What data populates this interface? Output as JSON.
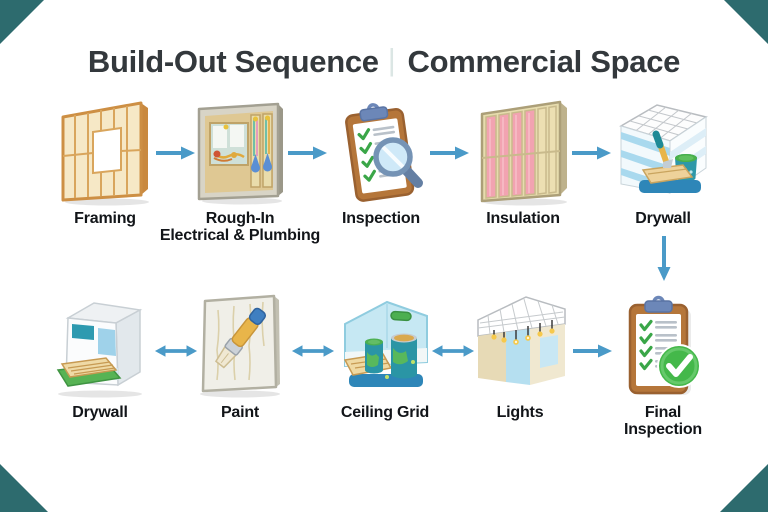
{
  "title": {
    "part1": "Build-Out Sequence",
    "separator": "|",
    "part2": "Commercial Space"
  },
  "colors": {
    "background": "#ffffff",
    "title_text": "#33383c",
    "label_text": "#121519",
    "arrow": "#4a9ac8",
    "corner_accent": "#2d6b6e"
  },
  "flow": {
    "row1": {
      "steps": [
        {
          "label": "Framing",
          "icon": "framing-icon"
        },
        {
          "label": "Rough-In\nElectrical & Plumbing",
          "icon": "rough-in-electrical-plumbing-icon"
        },
        {
          "label": "Inspection",
          "icon": "inspection-icon"
        },
        {
          "label": "Insulation",
          "icon": "insulation-icon"
        },
        {
          "label": "Drywall",
          "icon": "drywall-room-icon"
        }
      ],
      "connectors": [
        "right",
        "right",
        "right",
        "right"
      ]
    },
    "transition_connector": "down",
    "row2": {
      "steps": [
        {
          "label": "Drywall",
          "icon": "drywall-sheets-icon"
        },
        {
          "label": "Paint",
          "icon": "paint-icon"
        },
        {
          "label": "Ceiling Grid",
          "icon": "ceiling-grid-icon"
        },
        {
          "label": "Lights",
          "icon": "lights-icon"
        },
        {
          "label": "Final\nInspection",
          "icon": "final-inspection-icon"
        }
      ],
      "connectors": [
        "double",
        "double",
        "double",
        "right"
      ]
    }
  }
}
